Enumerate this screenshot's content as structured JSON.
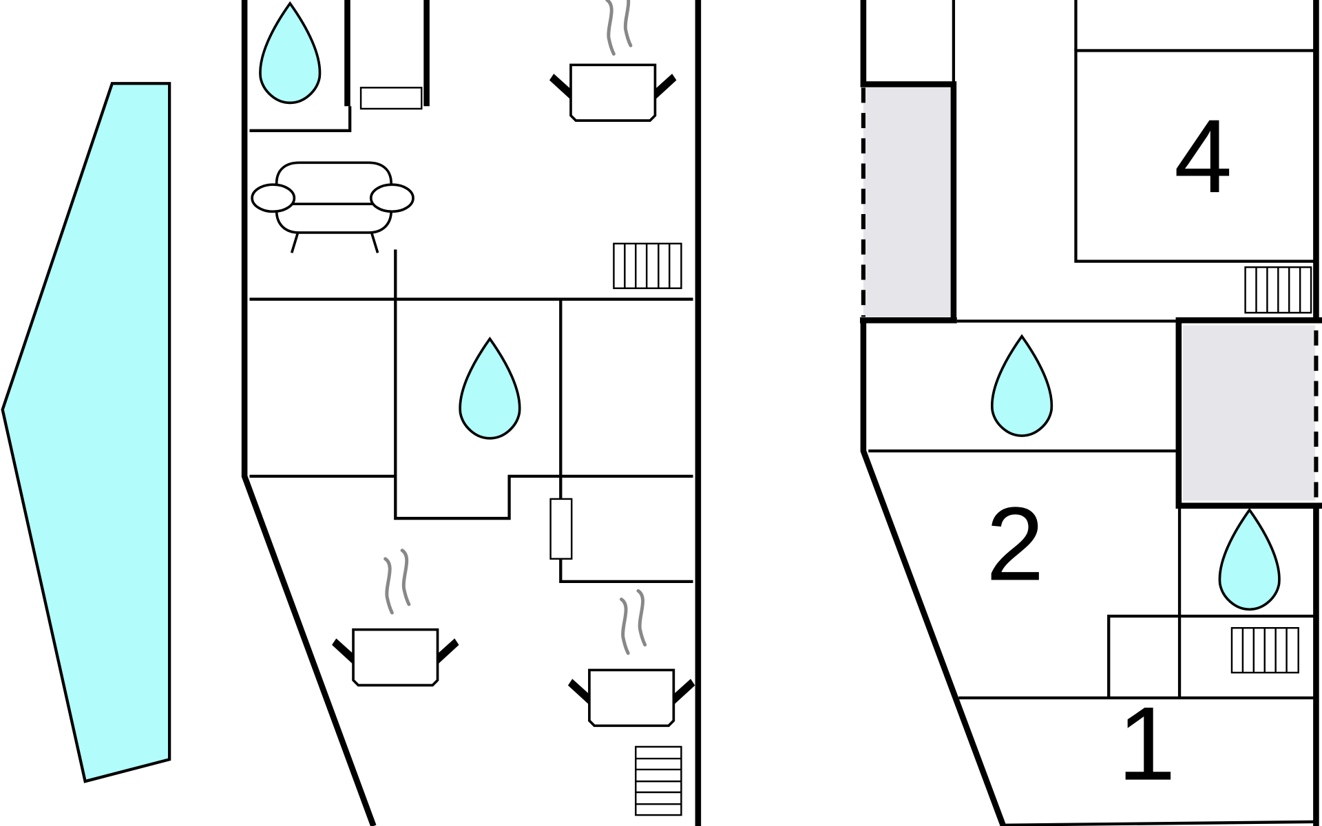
{
  "plan": {
    "room_labels": {
      "room_4": "4",
      "room_2": "2",
      "room_1": "1"
    },
    "colors": {
      "water": "#b2fdfc",
      "shaded_area": "#e6e6ea",
      "wall": "#000000",
      "steam": "#888888"
    },
    "icons": [
      "water-drop-icon",
      "sofa-icon",
      "cooking-pot-icon",
      "radiator-icon",
      "pool"
    ]
  }
}
